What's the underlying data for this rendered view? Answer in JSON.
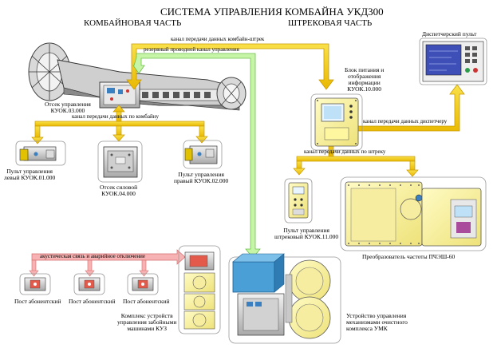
{
  "title": "СИСТЕМА УПРАВЛЕНИЯ КОМБАЙНА УКД300",
  "headings": {
    "left": "КОМБАЙНОВАЯ ЧАСТЬ",
    "right": "ШТРЕКОВАЯ ЧАСТЬ"
  },
  "channels": {
    "main": "канал передачи данных комбайн-штрек",
    "reserve": "резервный проводной канал управления",
    "combine": "канал передачи данных по комбайну",
    "dispatcher": "канал передачи данных диспетчеру",
    "drift": "канал передачи данных по штреку",
    "acoustic": "акустическая связь и аварийное отключение"
  },
  "nodes": {
    "control_compartment": [
      "Отсек управления",
      "КУОК.03.000"
    ],
    "left_panel": [
      "Пульт управления",
      "левый КУОК.01.000"
    ],
    "power_compartment": [
      "Отсек силовой",
      "КУОК.04.000"
    ],
    "right_panel": [
      "Пульт управления",
      "правый КУОК.02.000"
    ],
    "power_block": [
      "Блок питания и",
      "отображения",
      "информации",
      "КУОК.10.000"
    ],
    "dispatcher_panel": "Диспетчерский пульт",
    "drift_panel": [
      "Пульт управления",
      "штрековый КУОК.11.000"
    ],
    "converter": "Преобразователь частоты ПЧЭШ-60",
    "subscriber_post": "Пост абонентский",
    "kuz": [
      "Комплекс устройств",
      "управления забойными",
      "машинами КУЗ"
    ],
    "umk": [
      "Устройство управления",
      "механизмами очистного",
      "комплекса УМК"
    ]
  },
  "colors": {
    "yellow_channel": "#f4d010",
    "green_channel": "#c6f5a8",
    "pink_channel": "#f7b3b3",
    "device_yellow": "#f7f199",
    "device_blue": "#4a9fd6",
    "frame_stroke": "#999999"
  }
}
